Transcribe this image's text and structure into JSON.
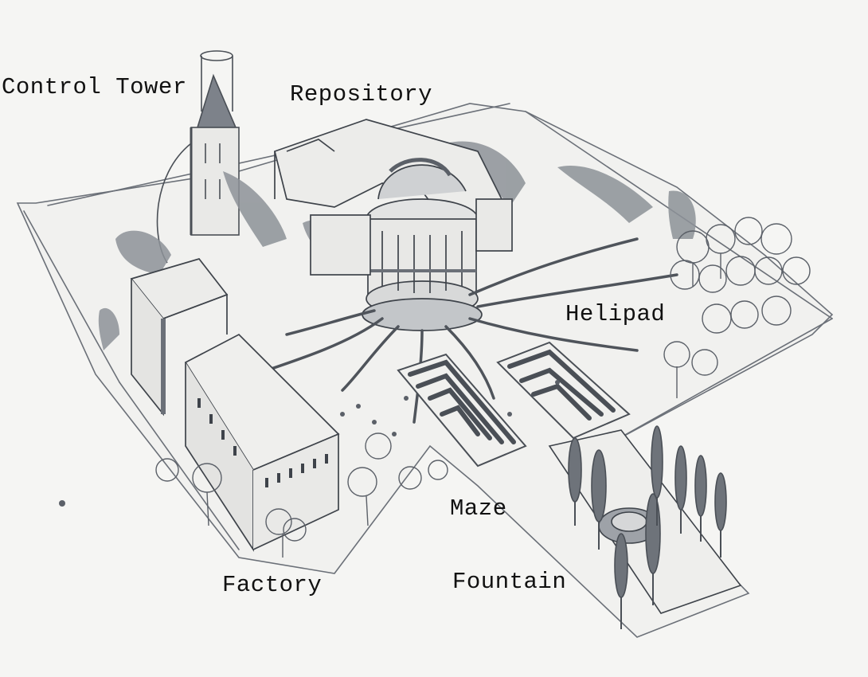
{
  "labels": {
    "control_tower": "Control Tower",
    "repository": "Repository",
    "helipad": "Helipad",
    "maze": "Maze",
    "factory": "Factory",
    "fountain": "Fountain"
  },
  "colors": {
    "paper": "#f5f5f3",
    "ink": "#5b6068",
    "ink_dark": "#3e434a",
    "wash": "#8e9399",
    "text": "#111111"
  }
}
